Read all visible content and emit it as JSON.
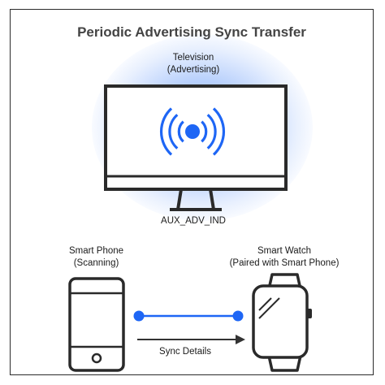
{
  "title": "Periodic Advertising Sync Transfer",
  "television": {
    "name": "Television",
    "role": "(Advertising)"
  },
  "packet_label": "AUX_ADV_IND",
  "smartphone": {
    "name": "Smart Phone",
    "role": "(Scanning)"
  },
  "smartwatch": {
    "name": "Smart Watch",
    "role": "(Paired with Smart Phone)"
  },
  "sync_label": "Sync Details",
  "colors": {
    "accent": "#1e66f5",
    "outline": "#2a2a2a",
    "glow": "#4a86f5"
  },
  "icons": [
    "television-icon",
    "wifi-broadcast-icon",
    "smartphone-icon",
    "smartwatch-icon",
    "arrow-right-icon"
  ]
}
